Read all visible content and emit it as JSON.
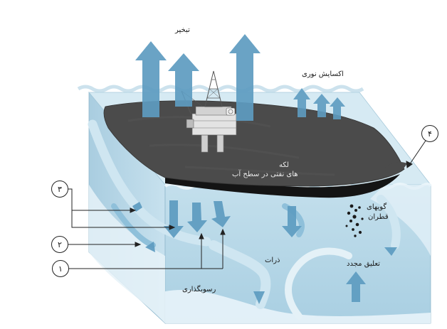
{
  "labels": {
    "evaporation": "تبخیر",
    "photo_oxidation": "اکسایش نوری",
    "slick": "لکه",
    "slick_line2": "های نفتی در سطح آب",
    "tar_balls_1": "گویهای",
    "tar_balls_2": "قطران",
    "particles": "ذرات",
    "resuspension": "تعلیق مجدد",
    "sedimentation": "رسوبگذاری"
  },
  "callouts": [
    "۱",
    "۲",
    "۳",
    "۴"
  ],
  "colors": {
    "water": "#b7d7e7",
    "water_deep": "#9fc8de",
    "oil_slick": "#4a4a4a",
    "oil_edge": "#141414",
    "arrow": "#5e9cc1",
    "arrow_light": "#cfe6f1"
  }
}
